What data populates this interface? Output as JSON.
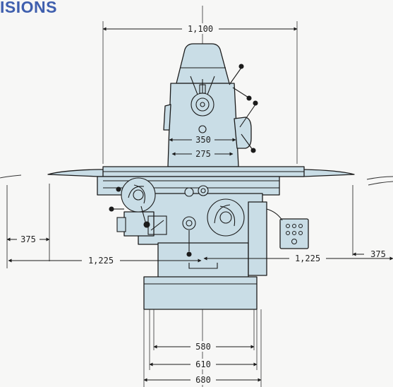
{
  "heading": "ISIONS",
  "colors": {
    "heading": "#3f5fae",
    "machine_fill": "#c9dde6",
    "line": "#1b1b1b",
    "background": "#f7f7f6"
  },
  "dimensions": {
    "overall_height_top": "1,100",
    "inner_350": "350",
    "inner_275": "275",
    "left_375": "375",
    "right_375": "375",
    "left_1225": "1,225",
    "right_1225": "1,225",
    "base_580": "580",
    "base_610": "610",
    "base_680": "680"
  }
}
